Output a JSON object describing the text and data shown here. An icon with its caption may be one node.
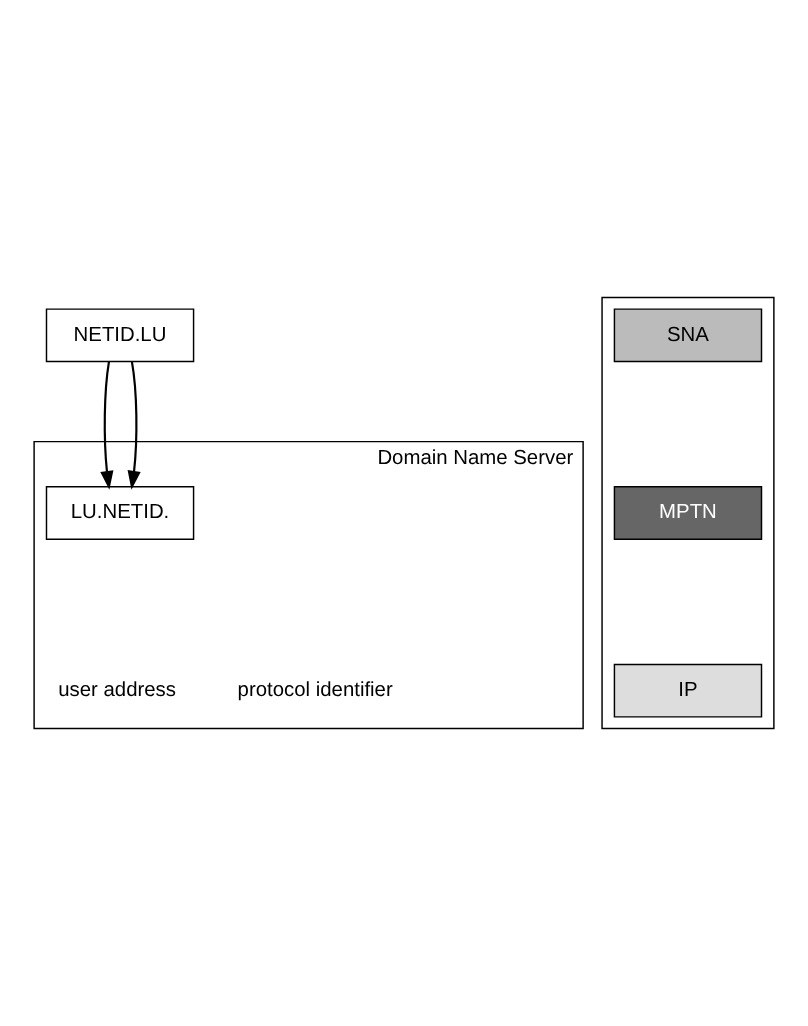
{
  "diagram": {
    "nodes": [
      {
        "text": [
          "NETID.LU"
        ]
      },
      {
        "text": [],
        "shape": "box"
      },
      {
        "text": [
          "SNA"
        ],
        "in": 1
      },
      {
        "text": [
          "MPTN"
        ],
        "in": 1
      },
      {
        "text": [
          "IP"
        ],
        "in": 1
      },
      {
        "text": [
          "Domain Name Server"
        ]
      },
      {
        "text": [
          "LU.NETID."
        ],
        "in": 5
      }
    ],
    "edges": [
      {
        "from": 0,
        "to": 6,
        "arrow": "to"
      },
      {
        "from": 0,
        "to": 6,
        "arrow": "to"
      }
    ],
    "labels": [
      "user address",
      "protocol identifier"
    ]
  }
}
